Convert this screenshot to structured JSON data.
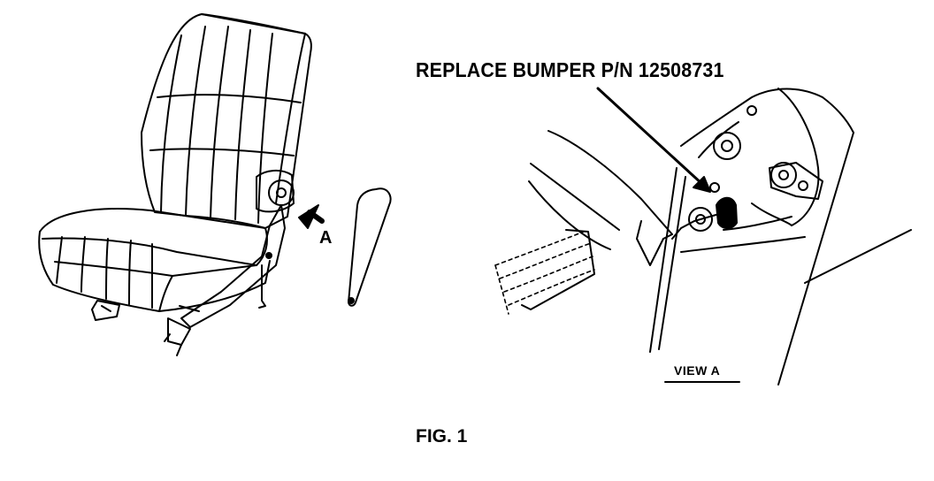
{
  "diagram": {
    "callout_text": "REPLACE BUMPER P/N 12508731",
    "arrow_label": "A",
    "view_label": "VIEW A",
    "figure_caption": "FIG. 1",
    "ink_color": "#000000",
    "paper_color": "#ffffff"
  }
}
